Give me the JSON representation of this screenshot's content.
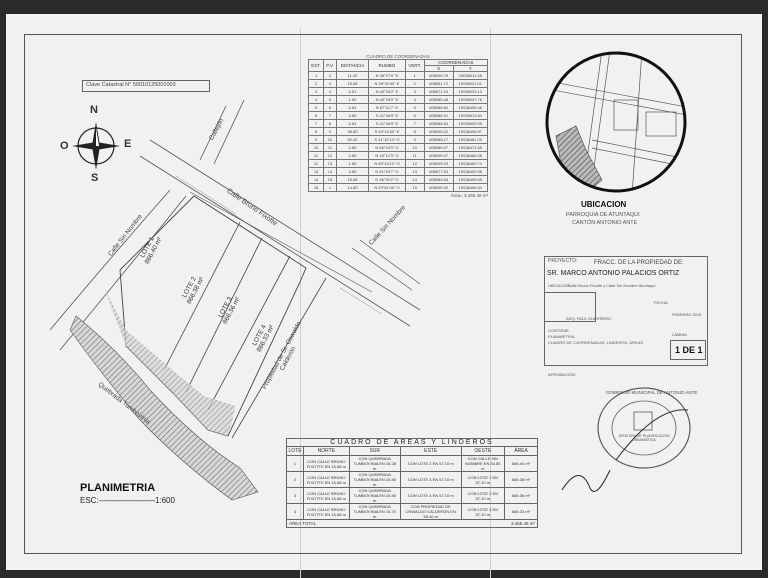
{
  "cadastral_key": "Clave Catastral N° 50010125001003",
  "compass": {
    "n": "N",
    "s": "S",
    "e": "E",
    "o": "O"
  },
  "plan_title": "PLANIMETRIA",
  "scale_label": "ESC:",
  "scale_value": "1:600",
  "streets": {
    "callejon": "Callejón",
    "bruno": "Calle Bruno Fixotte",
    "sin_nombre_left": "Calle Sin Nombre",
    "sin_nombre_right": "Calle Sin Nombre",
    "quebrada": "Quebrada Tumbovinia",
    "propiedad": "Propiedad de Sr. Oswaldo Calderón"
  },
  "lotes": [
    {
      "name": "LOTE 1",
      "area": "866.40 m²"
    },
    {
      "name": "LOTE 2",
      "area": "866.38 m²"
    },
    {
      "name": "LOTE 3",
      "area": "866.36 m²"
    },
    {
      "name": "LOTE 4",
      "area": "866.33 m²"
    }
  ],
  "coord_table": {
    "title": "CUADRO DE COORDENADAS",
    "headers": [
      "EST.",
      "P.V.",
      "DISTANCIA",
      "RUMBO",
      "VERT.",
      "X",
      "Y"
    ],
    "coord_header": "COORDENADAS",
    "rows": [
      [
        "1",
        "2",
        "11.20",
        "N 38°27'6\" E",
        "1",
        "808595.79",
        "10036011.48"
      ],
      [
        "2",
        "3",
        "15.68",
        "N 39°32'40\" E",
        "2",
        "808551.72",
        "10036021.01"
      ],
      [
        "3",
        "4",
        "8.51",
        "N 43°33'2\" E",
        "3",
        "808571.00",
        "10036033.13"
      ],
      [
        "4",
        "5",
        "1.60",
        "N 43°33'0\" E",
        "4",
        "808585.45",
        "10036047.76"
      ],
      [
        "5",
        "6",
        "8.64",
        "N 67°11'7\" E",
        "5",
        "808585.80",
        "10036495.46"
      ],
      [
        "6",
        "7",
        "3.80",
        "S 41°48'9\" E",
        "6",
        "808585.91",
        "10036513.84"
      ],
      [
        "7",
        "8",
        "8.64",
        "S 41°48'9\" E",
        "7",
        "808585.83",
        "10036505.09"
      ],
      [
        "8",
        "9",
        "48.80",
        "S 54°16'30\" E",
        "8",
        "808595.02",
        "10036496.97"
      ],
      [
        "9",
        "10",
        "50.40",
        "S 31°32'14\" O",
        "9",
        "808586.17",
        "10036481.00"
      ],
      [
        "10",
        "11",
        "2.80",
        "N 56°43'0\" O",
        "10",
        "808585.07",
        "10036471.65"
      ],
      [
        "11",
        "12",
        "2.80",
        "N 18°12'3\" O",
        "11",
        "808595.07",
        "10036466.68"
      ],
      [
        "12",
        "13",
        "1.80",
        "N 55°16'12\" O",
        "12",
        "808595.03",
        "10036460.74"
      ],
      [
        "13",
        "14",
        "3.80",
        "N 41°49'7\" O",
        "13",
        "808577.63",
        "10036492.58"
      ],
      [
        "14",
        "15",
        "15.68",
        "N 36°30'2\" O",
        "14",
        "808580.63",
        "10036495.69"
      ],
      [
        "15",
        "1",
        "14.80",
        "N 29°51'40\" O",
        "15",
        "808595.30",
        "10036496.34"
      ]
    ],
    "total": "Área= 3.465.48 m²"
  },
  "location": {
    "title": "UBICACION",
    "parish": "PARROQUIA DE ATUNTAQUI",
    "canton": "CANTÓN ANTONIO ANTE"
  },
  "project": {
    "label": "PROYECTO:",
    "value": "FRACC. DE LA PROPIEDAD DE:",
    "owner": "SR. MARCO ANTONIO PALACIOS ORTIZ",
    "address_label": "UBICACIÓN",
    "address": "Calle Bruno Fixotte y Calle Sin Nombre Atuntaqui",
    "lamina_label": "LÁMINA",
    "lamina": "1 DE 1",
    "date_label": "FECHA:",
    "date": "FEBRERO 2015",
    "content_label": "CONTIENE:",
    "content": "PLANIMETRIA",
    "content2": "CUADRO DE COORDENADAS, LINDEROS, ÁREAS",
    "signature_label": "ARQ. PAÚL GUERRERO",
    "approval_label": "APROBACIÓN:"
  },
  "seal": {
    "top": "GOBIERNO MUNICIPAL DE ANTONIO ANTE",
    "center": "JEFATURA DE PLANIFICACIÓN URBANÍSTICA"
  },
  "areas_table": {
    "title": "CUADRO DE AREAS Y LINDEROS",
    "headers": [
      "LOTE",
      "NORTE",
      "SUR",
      "ESTE",
      "OESTE",
      "ÁREA"
    ],
    "rows": [
      [
        "1",
        "CON CALLE BRUNO FIXOTTE EN 15.68 m",
        "CON QUEBRADA TUMBOVINIA EN 16.28 m",
        "CON LOTE 2 EN 57.10 m",
        "CON CALLE SIN NOMBRE EN 54.85 m",
        "866.40 m²"
      ],
      [
        "2",
        "CON CALLE BRUNO FIXOTTE EN 15.68 m",
        "CON QUEBRADA TUMBOVINIA EN 15.80 m",
        "CON LOTE 3 EN 57.10 m",
        "CON LOTE 1 EN 57.10 m",
        "866.38 m²"
      ],
      [
        "3",
        "CON CALLE BRUNO FIXOTTE EN 15.68 m",
        "CON QUEBRADA TUMBOVINIA EN 15.80 m",
        "CON LOTE 4 EN 57.10 m",
        "CON LOTE 2 EN 57.10 m",
        "866.36 m²"
      ],
      [
        "4",
        "CON CALLE BRUNO FIXOTTE EN 15.68 m",
        "CON QUEBRADA TUMBOVINIA EN 15.70 m",
        "CON PROPIEDAD DE OSWALDO CALDERÓN EN 55.40 m",
        "CON LOTE 3 EN 57.10 m",
        "866.33 m²"
      ]
    ],
    "total_label": "ÁREA TOTAL",
    "total": "3.465.48 m²"
  }
}
